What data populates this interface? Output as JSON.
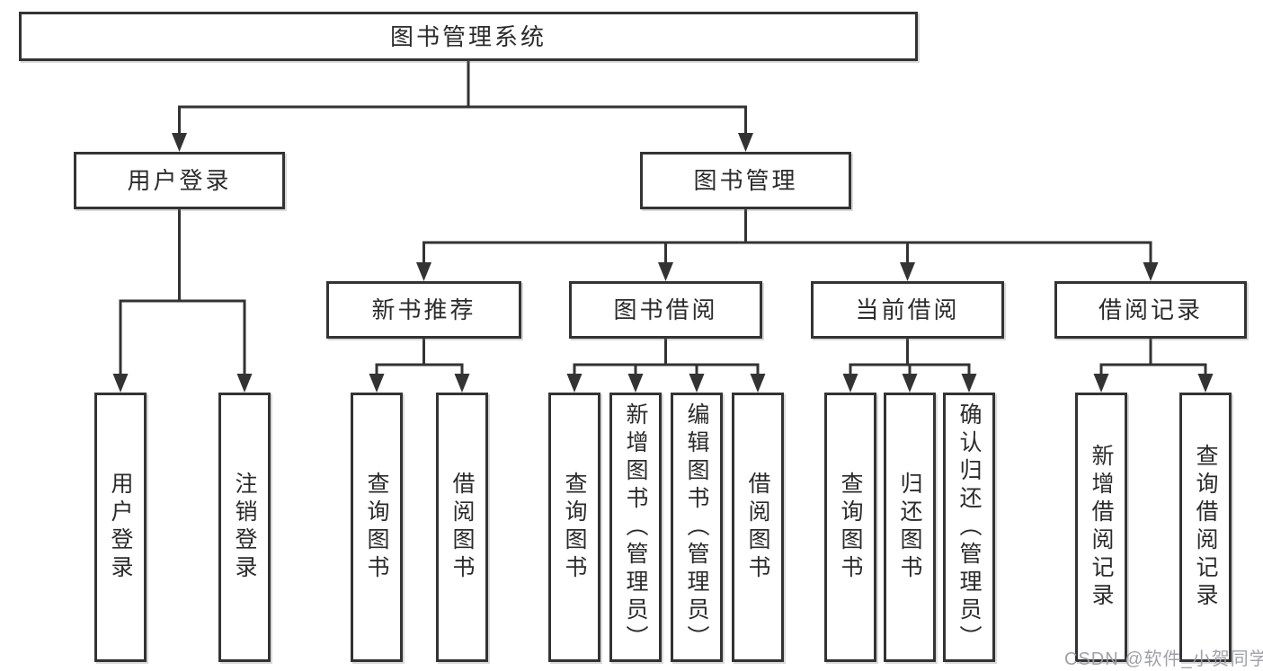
{
  "watermark": "CSDN @软件_小贺同学",
  "colors": {
    "line": "#333333",
    "box_border": "#333333",
    "box_fill": "#ffffff",
    "text": "#2b2b2b",
    "watermark": "#9a9da3"
  },
  "tree": {
    "label": "图书管理系统",
    "children": [
      {
        "label": "用户登录",
        "children": [
          {
            "label": "用户登录"
          },
          {
            "label": "注销登录"
          }
        ]
      },
      {
        "label": "图书管理",
        "children": [
          {
            "label": "新书推荐",
            "children": [
              {
                "label": "查询图书"
              },
              {
                "label": "借阅图书"
              }
            ]
          },
          {
            "label": "图书借阅",
            "children": [
              {
                "label": "查询图书"
              },
              {
                "label": "新增图书（管理员）"
              },
              {
                "label": "编辑图书（管理员）"
              },
              {
                "label": "借阅图书"
              }
            ]
          },
          {
            "label": "当前借阅",
            "children": [
              {
                "label": "查询图书"
              },
              {
                "label": "归还图书"
              },
              {
                "label": "确认归还（管理员）"
              }
            ]
          },
          {
            "label": "借阅记录",
            "children": [
              {
                "label": "新增借阅记录"
              },
              {
                "label": "查询借阅记录"
              }
            ]
          }
        ]
      }
    ]
  }
}
